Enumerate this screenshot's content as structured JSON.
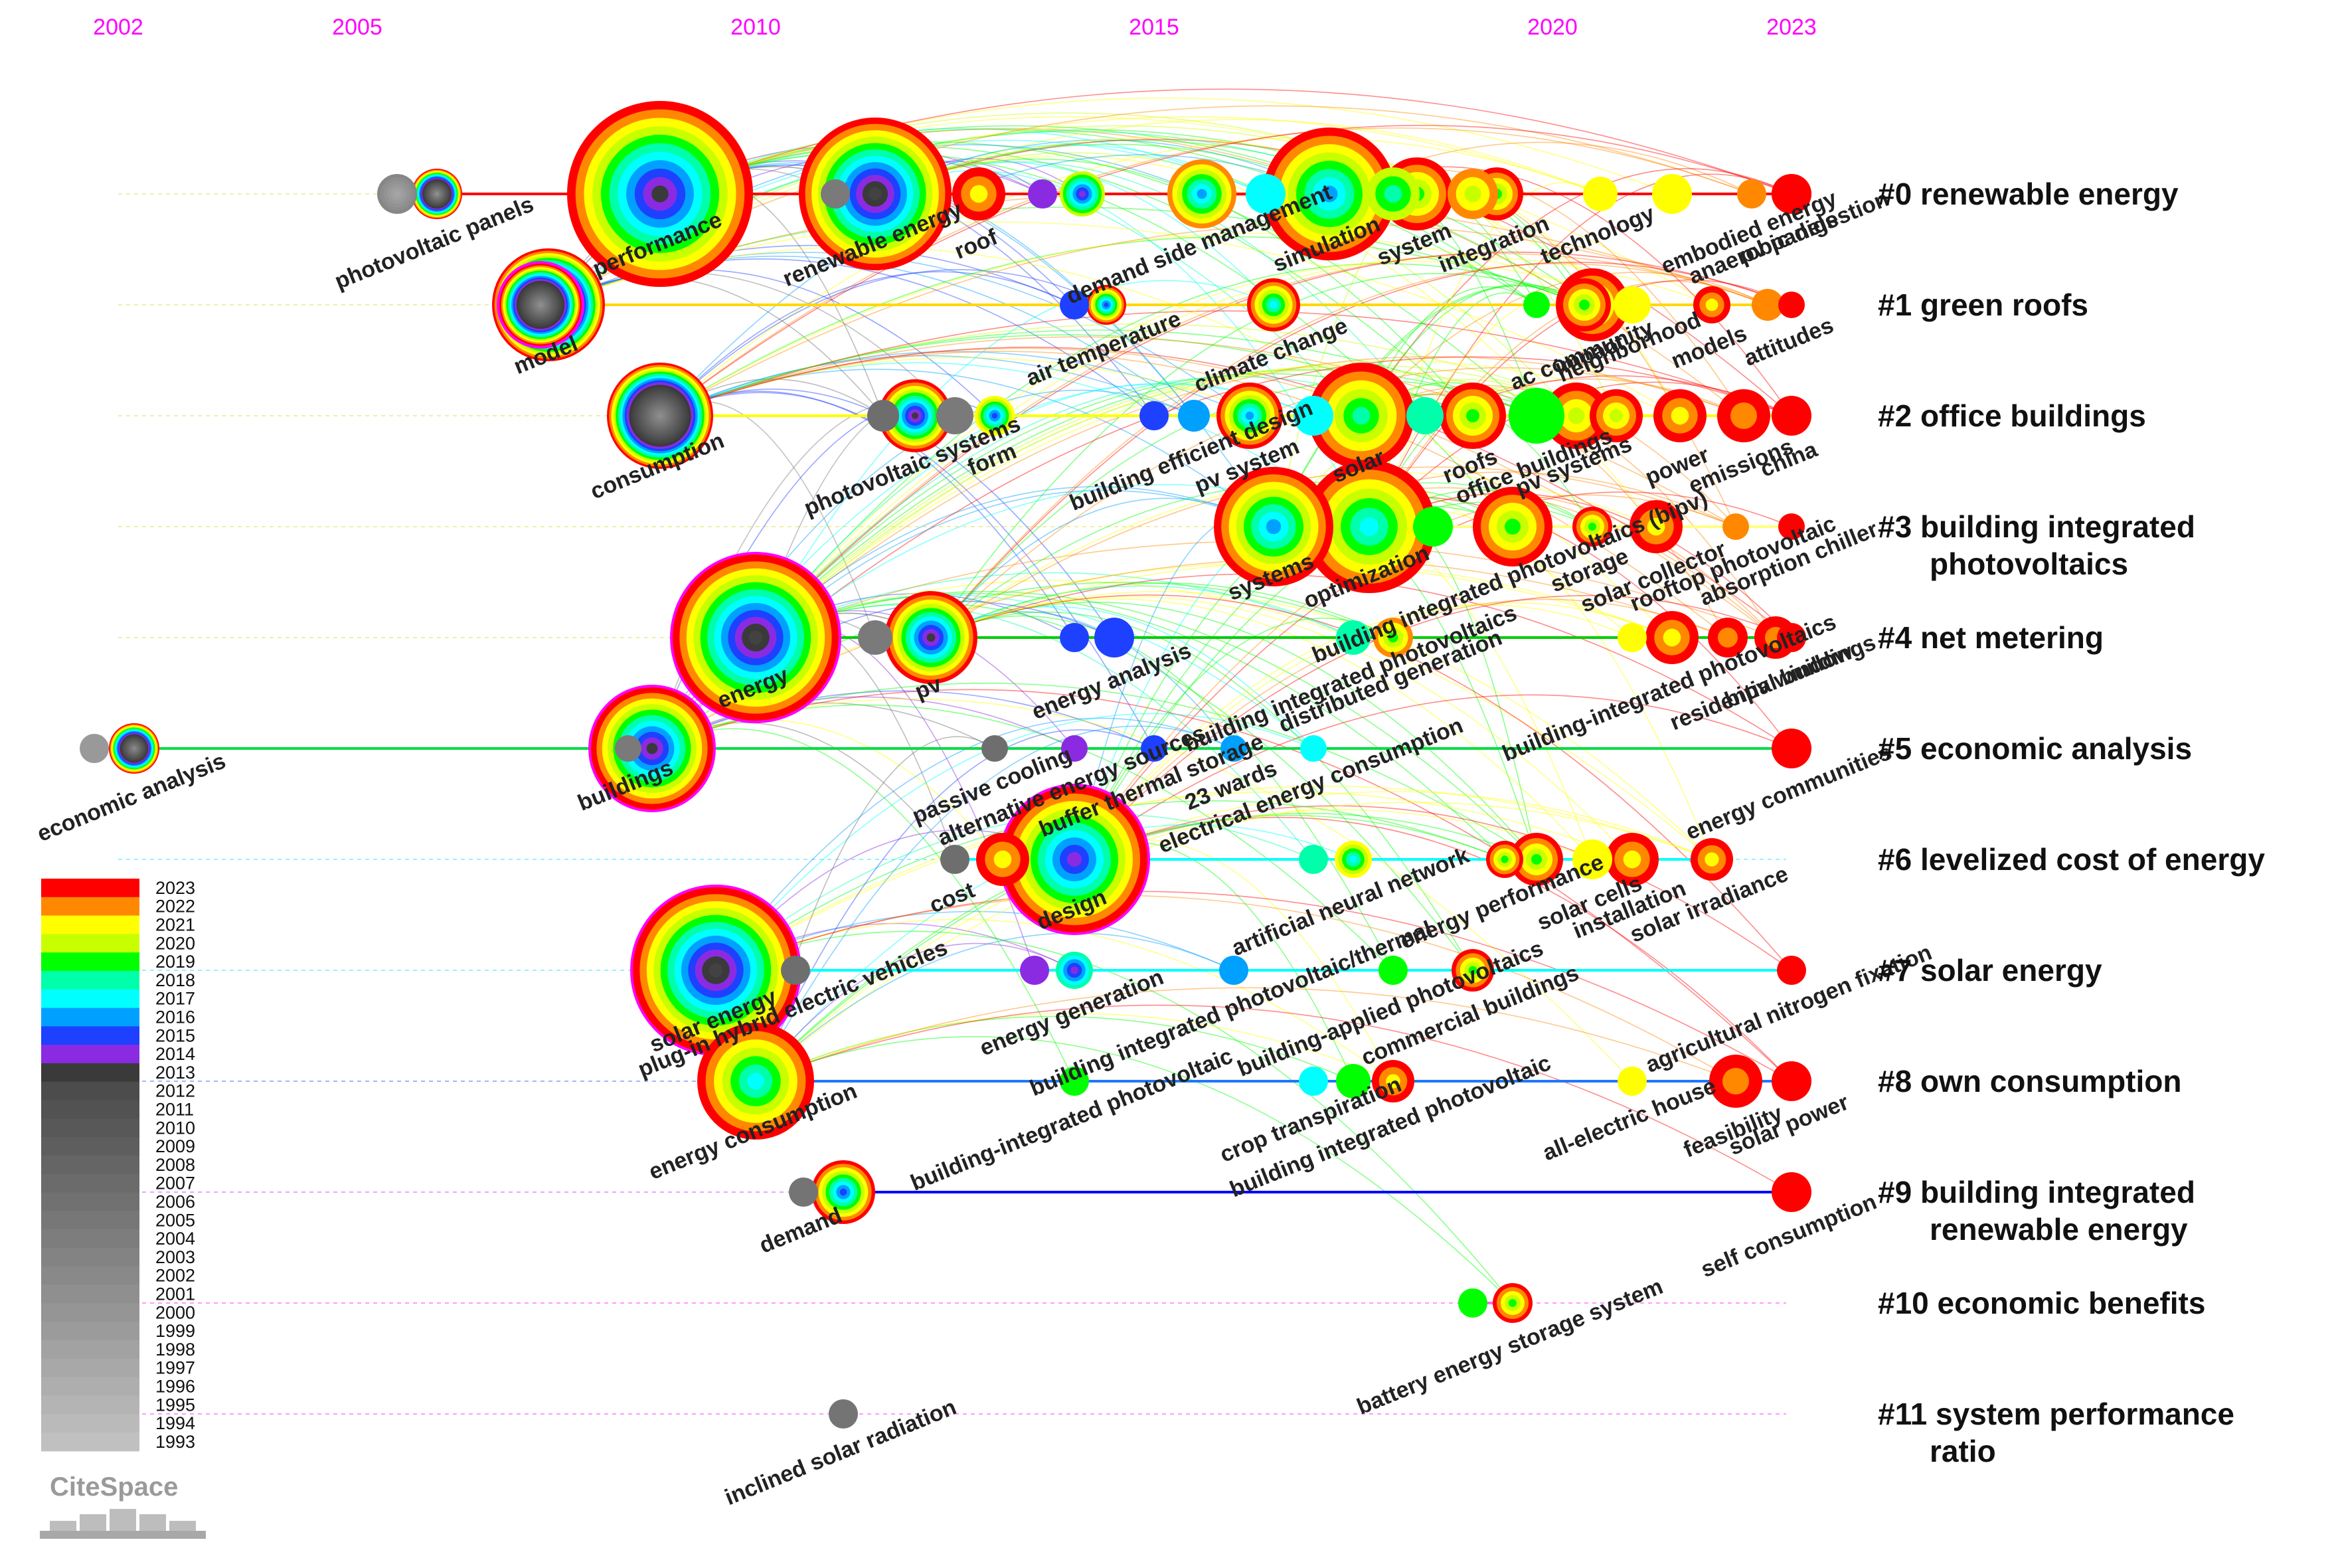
{
  "years": [
    {
      "label": "2002",
      "value": 2002
    },
    {
      "label": "2005",
      "value": 2005
    },
    {
      "label": "2010",
      "value": 2010
    },
    {
      "label": "2015",
      "value": 2015
    },
    {
      "label": "2020",
      "value": 2020
    },
    {
      "label": "2023",
      "value": 2023
    }
  ],
  "clusters": [
    {
      "id": 0,
      "label": [
        "#0 renewable energy"
      ],
      "color": "#ff0000"
    },
    {
      "id": 1,
      "label": [
        "#1 green roofs"
      ],
      "color": "#ffd800"
    },
    {
      "id": 2,
      "label": [
        "#2 office buildings"
      ],
      "color": "#ffff00"
    },
    {
      "id": 3,
      "label": [
        "#3 building integrated",
        "photovoltaics"
      ],
      "color": "#ffff80"
    },
    {
      "id": 4,
      "label": [
        "#4 net metering"
      ],
      "color": "#00cc00"
    },
    {
      "id": 5,
      "label": [
        "#5 economic analysis"
      ],
      "color": "#00dd44"
    },
    {
      "id": 6,
      "label": [
        "#6 levelized cost of energy"
      ],
      "color": "#00ffff"
    },
    {
      "id": 7,
      "label": [
        "#7 solar energy"
      ],
      "color": "#00ffff"
    },
    {
      "id": 8,
      "label": [
        "#8 own consumption"
      ],
      "color": "#1e78ff"
    },
    {
      "id": 9,
      "label": [
        "#9 building integrated",
        "renewable energy"
      ],
      "color": "#0000ff"
    },
    {
      "id": 10,
      "label": [
        "#10 economic benefits"
      ],
      "color": "#ff66ff"
    },
    {
      "id": 11,
      "label": [
        "#11 system performance",
        "ratio"
      ],
      "color": "#ff66ff"
    }
  ],
  "nodes": [
    {
      "cluster": 0,
      "year": 2005.5,
      "size": 30,
      "first": 1996,
      "end": 2001
    },
    {
      "cluster": 0,
      "year": 2006.0,
      "size": 38,
      "first": 2000,
      "end": 2023,
      "label": "photovoltaic panels"
    },
    {
      "cluster": 0,
      "year": 2008.8,
      "size": 140,
      "first": 2013,
      "end": 2023,
      "label": "performance"
    },
    {
      "cluster": 0,
      "year": 2011.0,
      "size": 22,
      "first": 2003,
      "end": 2003
    },
    {
      "cluster": 0,
      "year": 2011.5,
      "size": 115,
      "first": 2012,
      "end": 2023,
      "label": "renewable energy"
    },
    {
      "cluster": 0,
      "year": 2012.8,
      "size": 40,
      "first": 2021,
      "end": 2023,
      "label": "roof"
    },
    {
      "cluster": 0,
      "year": 2013.6,
      "size": 22,
      "first": 2014,
      "end": 2014
    },
    {
      "cluster": 0,
      "year": 2014.1,
      "size": 34,
      "first": 2014,
      "end": 2020
    },
    {
      "cluster": 0,
      "year": 2015.6,
      "size": 52,
      "first": 2016,
      "end": 2022,
      "label": "demand side management"
    },
    {
      "cluster": 0,
      "year": 2016.4,
      "size": 30,
      "first": 2017,
      "end": 2017
    },
    {
      "cluster": 0,
      "year": 2017.2,
      "size": 100,
      "first": 2016,
      "end": 2023,
      "label": "simulation"
    },
    {
      "cluster": 0,
      "year": 2018.0,
      "size": 40,
      "first": 2018,
      "end": 2020
    },
    {
      "cluster": 0,
      "year": 2018.3,
      "size": 55,
      "first": 2019,
      "end": 2023,
      "label": "system"
    },
    {
      "cluster": 0,
      "year": 2019.0,
      "size": 38,
      "first": 2020,
      "end": 2022
    },
    {
      "cluster": 0,
      "year": 2019.3,
      "size": 40,
      "first": 2019,
      "end": 2023,
      "label": "integration"
    },
    {
      "cluster": 0,
      "year": 2020.6,
      "size": 26,
      "first": 2021,
      "end": 2021,
      "label": "technology"
    },
    {
      "cluster": 0,
      "year": 2021.5,
      "size": 30,
      "first": 2021,
      "end": 2021
    },
    {
      "cluster": 0,
      "year": 2022.5,
      "size": 22,
      "first": 2022,
      "end": 2022,
      "label": "embodied energy"
    },
    {
      "cluster": 0,
      "year": 2023.0,
      "size": 30,
      "first": 2023,
      "end": 2023,
      "label": "anaerobic digestion"
    },
    {
      "cluster": 0,
      "year": 2023.0,
      "size": 30,
      "first": 2023,
      "end": 2023,
      "label": "pv panels"
    },
    {
      "cluster": 1,
      "year": 2007.3,
      "size": 62,
      "first": 2000,
      "end": 2023,
      "ring": true
    },
    {
      "cluster": 1,
      "year": 2007.4,
      "size": 85,
      "first": 2000,
      "end": 2023,
      "label": "model"
    },
    {
      "cluster": 1,
      "year": 2014.0,
      "size": 22,
      "first": 2015,
      "end": 2015
    },
    {
      "cluster": 1,
      "year": 2014.4,
      "size": 30,
      "first": 2015,
      "end": 2023,
      "label": "air temperature"
    },
    {
      "cluster": 1,
      "year": 2016.5,
      "size": 40,
      "first": 2017,
      "end": 2023,
      "label": "climate change"
    },
    {
      "cluster": 1,
      "year": 2019.8,
      "size": 20,
      "first": 2019,
      "end": 2019
    },
    {
      "cluster": 1,
      "year": 2020.4,
      "size": 40,
      "first": 2019,
      "end": 2023,
      "label": "ac community"
    },
    {
      "cluster": 1,
      "year": 2020.5,
      "size": 55,
      "first": 2019,
      "end": 2023,
      "label": "impact"
    },
    {
      "cluster": 1,
      "year": 2021.0,
      "size": 28,
      "first": 2021,
      "end": 2021,
      "label": "neighborhood"
    },
    {
      "cluster": 1,
      "year": 2022.0,
      "size": 28,
      "first": 2021,
      "end": 2023,
      "label": "models"
    },
    {
      "cluster": 1,
      "year": 2022.7,
      "size": 24,
      "first": 2022,
      "end": 2022
    },
    {
      "cluster": 1,
      "year": 2023.0,
      "size": 20,
      "first": 2023,
      "end": 2023,
      "label": "attitudes"
    },
    {
      "cluster": 2,
      "year": 2008.8,
      "size": 80,
      "first": 2000,
      "end": 2023,
      "label": "consumption"
    },
    {
      "cluster": 2,
      "year": 2011.6,
      "size": 24,
      "first": 2005,
      "end": 2005
    },
    {
      "cluster": 2,
      "year": 2012.0,
      "size": 55,
      "first": 2013,
      "end": 2023,
      "label": "photovoltaic systems"
    },
    {
      "cluster": 2,
      "year": 2012.5,
      "size": 28,
      "first": 2003,
      "end": 2003
    },
    {
      "cluster": 2,
      "year": 2013.0,
      "size": 30,
      "first": 2015,
      "end": 2021,
      "label": "form"
    },
    {
      "cluster": 2,
      "year": 2015.0,
      "size": 22,
      "first": 2015,
      "end": 2015
    },
    {
      "cluster": 2,
      "year": 2015.5,
      "size": 24,
      "first": 2016,
      "end": 2016,
      "label": "building efficient design"
    },
    {
      "cluster": 2,
      "year": 2016.2,
      "size": 50,
      "first": 2016,
      "end": 2023,
      "label": "pv system"
    },
    {
      "cluster": 2,
      "year": 2017.0,
      "size": 30,
      "first": 2017,
      "end": 2017
    },
    {
      "cluster": 2,
      "year": 2017.6,
      "size": 80,
      "first": 2018,
      "end": 2023,
      "label": "solar"
    },
    {
      "cluster": 2,
      "year": 2018.4,
      "size": 28,
      "first": 2018,
      "end": 2018
    },
    {
      "cluster": 2,
      "year": 2019.0,
      "size": 50,
      "first": 2019,
      "end": 2023,
      "label": "roofs"
    },
    {
      "cluster": 2,
      "year": 2019.8,
      "size": 42,
      "first": 2019,
      "end": 2019,
      "label": "office buildings"
    },
    {
      "cluster": 2,
      "year": 2020.3,
      "size": 50,
      "first": 2020,
      "end": 2023,
      "label": "pv systems"
    },
    {
      "cluster": 2,
      "year": 2020.8,
      "size": 40,
      "first": 2020,
      "end": 2023
    },
    {
      "cluster": 2,
      "year": 2021.6,
      "size": 40,
      "first": 2021,
      "end": 2023,
      "label": "power"
    },
    {
      "cluster": 2,
      "year": 2022.4,
      "size": 40,
      "first": 2022,
      "end": 2023,
      "label": "emissions"
    },
    {
      "cluster": 2,
      "year": 2023.0,
      "size": 30,
      "first": 2023,
      "end": 2023,
      "label": "china"
    },
    {
      "cluster": 3,
      "year": 2016.5,
      "size": 90,
      "first": 2016,
      "end": 2023,
      "label": "systems"
    },
    {
      "cluster": 3,
      "year": 2017.7,
      "size": 100,
      "first": 2017,
      "end": 2023,
      "label": "optimization"
    },
    {
      "cluster": 3,
      "year": 2018.5,
      "size": 30,
      "first": 2019,
      "end": 2019
    },
    {
      "cluster": 3,
      "year": 2019.5,
      "size": 60,
      "first": 2019,
      "end": 2023,
      "label": "building integrated photovoltaics (bipv)"
    },
    {
      "cluster": 3,
      "year": 2020.5,
      "size": 30,
      "first": 2019,
      "end": 2023,
      "label": "storage"
    },
    {
      "cluster": 3,
      "year": 2021.3,
      "size": 40,
      "first": 2021,
      "end": 2023,
      "label": "solar collector"
    },
    {
      "cluster": 3,
      "year": 2022.3,
      "size": 20,
      "first": 2022,
      "end": 2022,
      "label": "rooftop photovoltaic"
    },
    {
      "cluster": 3,
      "year": 2023.0,
      "size": 20,
      "first": 2023,
      "end": 2023,
      "label": "absorption chiller"
    },
    {
      "cluster": 4,
      "year": 2010.0,
      "size": 125,
      "first": 2012,
      "end": 2023,
      "ring": true,
      "label": "energy"
    },
    {
      "cluster": 4,
      "year": 2011.5,
      "size": 26,
      "first": 2003,
      "end": 2003
    },
    {
      "cluster": 4,
      "year": 2012.2,
      "size": 70,
      "first": 2013,
      "end": 2023,
      "label": "pv"
    },
    {
      "cluster": 4,
      "year": 2014.0,
      "size": 22,
      "first": 2015,
      "end": 2015
    },
    {
      "cluster": 4,
      "year": 2014.5,
      "size": 30,
      "first": 2015,
      "end": 2015,
      "label": "energy analysis"
    },
    {
      "cluster": 4,
      "year": 2017.5,
      "size": 26,
      "first": 2018,
      "end": 2018,
      "label": "building integrated photovoltaics"
    },
    {
      "cluster": 4,
      "year": 2018.0,
      "size": 30,
      "first": 2019,
      "end": 2022,
      "label": "distributed generation"
    },
    {
      "cluster": 4,
      "year": 2021.0,
      "size": 22,
      "first": 2021,
      "end": 2021
    },
    {
      "cluster": 4,
      "year": 2021.5,
      "size": 40,
      "first": 2021,
      "end": 2023,
      "label": "building-integrated photovoltaics"
    },
    {
      "cluster": 4,
      "year": 2022.2,
      "size": 30,
      "first": 2022,
      "end": 2023
    },
    {
      "cluster": 4,
      "year": 2022.8,
      "size": 32,
      "first": 2022,
      "end": 2023,
      "label": "residential buildings"
    },
    {
      "cluster": 4,
      "year": 2023.0,
      "size": 22,
      "first": 2023,
      "end": 2023,
      "label": "bipv window"
    },
    {
      "cluster": 5,
      "year": 2001.7,
      "size": 22,
      "first": 1998,
      "end": 1998
    },
    {
      "cluster": 5,
      "year": 2002.2,
      "size": 38,
      "first": 2001,
      "end": 2023,
      "label": "economic analysis"
    },
    {
      "cluster": 5,
      "year": 2008.7,
      "size": 92,
      "first": 2013,
      "end": 2023,
      "ring": true
    },
    {
      "cluster": 5,
      "year": 2008.4,
      "size": 20,
      "first": 2003,
      "end": 2003,
      "label": "buildings"
    },
    {
      "cluster": 5,
      "year": 2013.0,
      "size": 20,
      "first": 2005,
      "end": 2005,
      "label": "passive cooling"
    },
    {
      "cluster": 5,
      "year": 2014.0,
      "size": 20,
      "first": 2014,
      "end": 2014,
      "label": "alternative energy sources"
    },
    {
      "cluster": 5,
      "year": 2015.0,
      "size": 20,
      "first": 2015,
      "end": 2015,
      "label": "buffer thermal storage"
    },
    {
      "cluster": 5,
      "year": 2016.0,
      "size": 20,
      "first": 2016,
      "end": 2016,
      "label": "23 wards"
    },
    {
      "cluster": 5,
      "year": 2017.0,
      "size": 20,
      "first": 2017,
      "end": 2017,
      "label": "electrical energy consumption"
    },
    {
      "cluster": 5,
      "year": 2023.0,
      "size": 30,
      "first": 2023,
      "end": 2023,
      "label": "energy communities"
    },
    {
      "cluster": 6,
      "year": 2012.5,
      "size": 22,
      "first": 2005,
      "end": 2005,
      "label": "cost"
    },
    {
      "cluster": 6,
      "year": 2013.1,
      "size": 40,
      "first": 2021,
      "end": 2023
    },
    {
      "cluster": 6,
      "year": 2014.0,
      "size": 110,
      "first": 2014,
      "end": 2023,
      "ring": true,
      "label": "design"
    },
    {
      "cluster": 6,
      "year": 2017.0,
      "size": 22,
      "first": 2018,
      "end": 2018
    },
    {
      "cluster": 6,
      "year": 2017.5,
      "size": 28,
      "first": 2017,
      "end": 2021,
      "label": "artificial neural network"
    },
    {
      "cluster": 6,
      "year": 2019.4,
      "size": 28,
      "first": 2019,
      "end": 2023,
      "label": "energy performance"
    },
    {
      "cluster": 6,
      "year": 2019.8,
      "size": 40,
      "first": 2019,
      "end": 2023
    },
    {
      "cluster": 6,
      "year": 2020.5,
      "size": 30,
      "first": 2021,
      "end": 2021,
      "label": "solar cells"
    },
    {
      "cluster": 6,
      "year": 2021.0,
      "size": 40,
      "first": 2021,
      "end": 2023,
      "label": "installation"
    },
    {
      "cluster": 6,
      "year": 2022.0,
      "size": 32,
      "first": 2021,
      "end": 2023,
      "label": "solar irradiance"
    },
    {
      "cluster": 7,
      "year": 2009.5,
      "size": 125,
      "first": 2012,
      "end": 2023,
      "ring": true,
      "label": "solar energy"
    },
    {
      "cluster": 7,
      "year": 2010.5,
      "size": 22,
      "first": 2005,
      "end": 2005,
      "label": "plug-in hybrid electric vehicles"
    },
    {
      "cluster": 7,
      "year": 2013.5,
      "size": 22,
      "first": 2014,
      "end": 2014
    },
    {
      "cluster": 7,
      "year": 2014.0,
      "size": 28,
      "first": 2014,
      "end": 2018,
      "label": "energy generation"
    },
    {
      "cluster": 7,
      "year": 2016.0,
      "size": 22,
      "first": 2016,
      "end": 2016,
      "label": "building integrated photovoltaic/thermal"
    },
    {
      "cluster": 7,
      "year": 2018.0,
      "size": 22,
      "first": 2019,
      "end": 2019,
      "label": "building-applied photovoltaics"
    },
    {
      "cluster": 7,
      "year": 2019.0,
      "size": 32,
      "first": 2019,
      "end": 2023,
      "label": "commercial buildings"
    },
    {
      "cluster": 7,
      "year": 2023.0,
      "size": 22,
      "first": 2023,
      "end": 2023,
      "label": "agricultural nitrogen fixation"
    },
    {
      "cluster": 8,
      "year": 2010.0,
      "size": 88,
      "first": 2017,
      "end": 2023,
      "label": "energy consumption"
    },
    {
      "cluster": 8,
      "year": 2014.0,
      "size": 22,
      "first": 2019,
      "end": 2019,
      "label": "building-integrated photovoltaic"
    },
    {
      "cluster": 8,
      "year": 2017.0,
      "size": 22,
      "first": 2017,
      "end": 2017,
      "label": "crop transpiration"
    },
    {
      "cluster": 8,
      "year": 2017.5,
      "size": 26,
      "first": 2019,
      "end": 2019
    },
    {
      "cluster": 8,
      "year": 2018.0,
      "size": 32,
      "first": 2021,
      "end": 2023,
      "label": "building integrated photovoltaic"
    },
    {
      "cluster": 8,
      "year": 2021.0,
      "size": 22,
      "first": 2021,
      "end": 2021,
      "label": "all-electric house"
    },
    {
      "cluster": 8,
      "year": 2022.3,
      "size": 40,
      "first": 2022,
      "end": 2023,
      "label": "feasibility"
    },
    {
      "cluster": 8,
      "year": 2023.0,
      "size": 30,
      "first": 2023,
      "end": 2023,
      "label": "solar power"
    },
    {
      "cluster": 9,
      "year": 2010.6,
      "size": 22,
      "first": 2004,
      "end": 2004,
      "label": "demand"
    },
    {
      "cluster": 9,
      "year": 2011.1,
      "size": 48,
      "first": 2015,
      "end": 2023
    },
    {
      "cluster": 9,
      "year": 2023.0,
      "size": 30,
      "first": 2023,
      "end": 2023,
      "label": "self consumption"
    },
    {
      "cluster": 10,
      "year": 2019.0,
      "size": 22,
      "first": 2019,
      "end": 2019
    },
    {
      "cluster": 10,
      "year": 2019.5,
      "size": 30,
      "first": 2019,
      "end": 2023,
      "label": "battery energy storage system"
    },
    {
      "cluster": 11,
      "year": 2011.1,
      "size": 22,
      "first": 2004,
      "end": 2004,
      "label": "inclined solar radiation"
    }
  ],
  "legend": {
    "years": [
      2023,
      2022,
      2021,
      2020,
      2019,
      2018,
      2017,
      2016,
      2015,
      2014,
      2013,
      2012,
      2011,
      2010,
      2009,
      2008,
      2007,
      2006,
      2005,
      2004,
      2003,
      2002,
      2001,
      2000,
      1999,
      1998,
      1997,
      1996,
      1995,
      1994,
      1993
    ],
    "labels": [
      "2023",
      "2022",
      "2021",
      "2020",
      "2019",
      "2018",
      "2017",
      "2016",
      "2015",
      "2014",
      "2013",
      "2012",
      "2011",
      "2010",
      "2009",
      "2008",
      "2007",
      "2006",
      "2005",
      "2004",
      "2003",
      "2002",
      "2001",
      "2000",
      "1999",
      "1998",
      "1997",
      "1996",
      "1995",
      "1994",
      "1993"
    ]
  },
  "year_colors": {
    "2023": "#ff0000",
    "2022": "#ff8800",
    "2021": "#ffff00",
    "2020": "#c8ff00",
    "2019": "#00ff00",
    "2018": "#00ffaa",
    "2017": "#00ffff",
    "2016": "#00a0ff",
    "2015": "#1e40ff",
    "2014": "#8a2be2",
    "2013": "#3a3a3a"
  },
  "logo": {
    "text": "CiteSpace"
  }
}
